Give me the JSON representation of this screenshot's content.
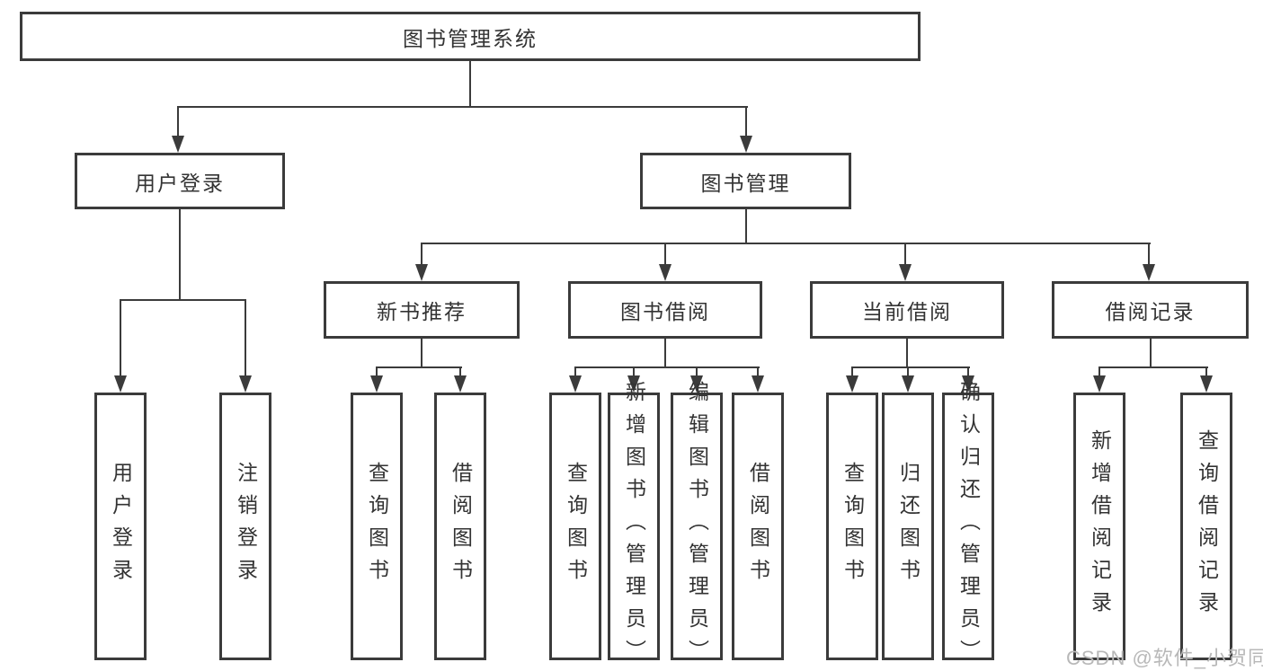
{
  "tree": {
    "root": "图书管理系统",
    "level1": [
      {
        "label": "用户登录",
        "leaves": [
          "用户登录",
          "注销登录"
        ]
      },
      {
        "label": "图书管理",
        "groups": [
          {
            "label": "新书推荐",
            "leaves": [
              "查询图书",
              "借阅图书"
            ]
          },
          {
            "label": "图书借阅",
            "leaves": [
              "查询图书",
              "新增图书（管理员）",
              "编辑图书（管理员）",
              "借阅图书"
            ]
          },
          {
            "label": "当前借阅",
            "leaves": [
              "查询图书",
              "归还图书",
              "确认归还（管理员）"
            ]
          },
          {
            "label": "借阅记录",
            "leaves": [
              "新增借阅记录",
              "查询借阅记录"
            ]
          }
        ]
      }
    ]
  },
  "watermark": "CSDN @软件_小贺同学",
  "colors": {
    "bg": "#ffffff",
    "line": "#3b3b3b",
    "border": "#3b3b3b",
    "text": "#333333",
    "watermark": "#b8b8b8"
  }
}
